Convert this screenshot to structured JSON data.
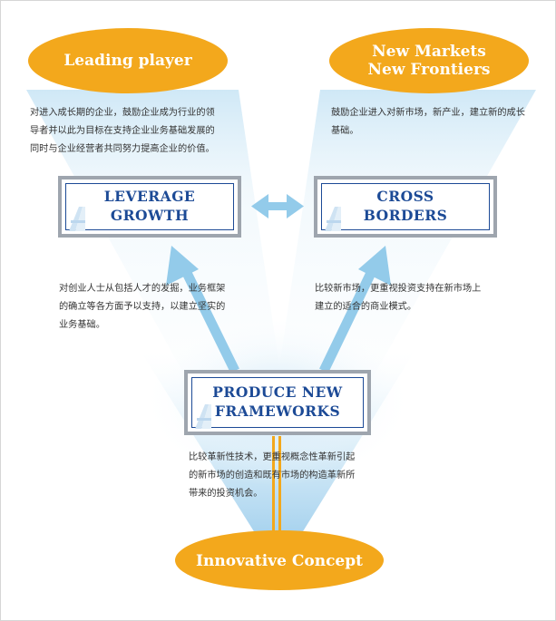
{
  "leading_player": {
    "label": "Leading player",
    "description_lines": [
      "对进入成长期的企业，鼓励企业成为行业的领",
      "导者并以此为目标在支持企业业务基础发展的",
      "同时与企业经营者共同努力提高企业的价值。"
    ]
  },
  "new_markets": {
    "label_line1": "New Markets",
    "label_line2": "New Frontiers",
    "description_lines": [
      "鼓励企业进入对新市场，新产业，建立新的成长",
      "基础。"
    ]
  },
  "leverage_growth": {
    "title_line1": "LEVERAGE",
    "title_line2": "GROWTH",
    "description_lines": [
      "对创业人士从包括人才的发掘，业务框架",
      "的确立等各方面予以支持，以建立坚实的",
      "业务基础。"
    ]
  },
  "cross_borders": {
    "title_line1": "CROSS",
    "title_line2": "BORDERS",
    "description_lines": [
      "比较新市场，更重视投资支持在新市场上",
      "建立的适合的商业模式。"
    ]
  },
  "produce_frameworks": {
    "title_line1": "PRODUCE NEW",
    "title_line2": "FRAMEWORKS",
    "description_lines": [
      "比较革新性技术，更重视概念性革新引起",
      "的新市场的创造和既有市场的构造革新所",
      "带来的投资机会。"
    ]
  },
  "innovative_concept": {
    "label": "Innovative Concept"
  },
  "colors": {
    "ellipse": "#f3a81c",
    "arrow": "#93cbea",
    "title_blue": "#1c4a96",
    "box_border": "#9ea5ae",
    "stem": "#f3a81c"
  }
}
